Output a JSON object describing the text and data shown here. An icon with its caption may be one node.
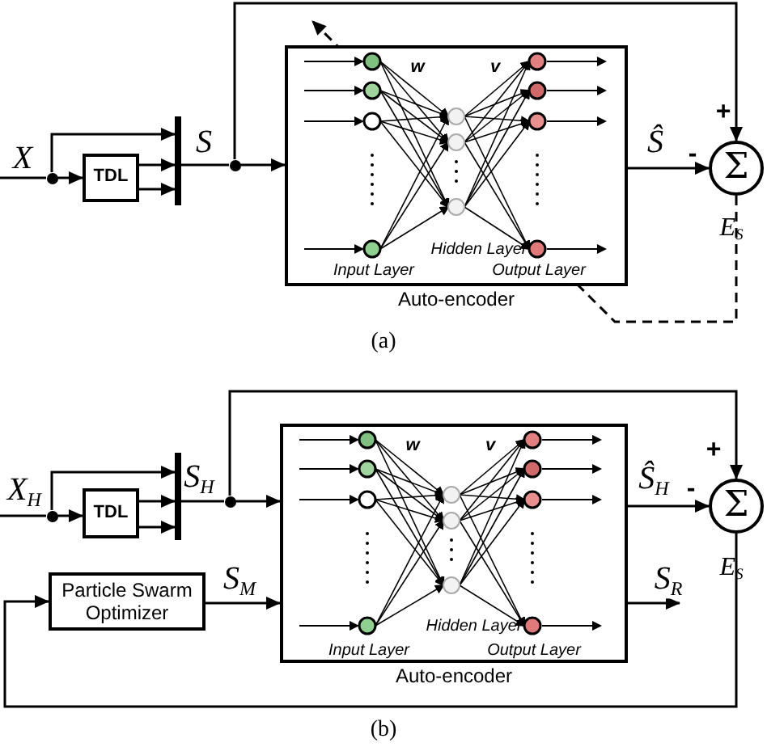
{
  "diagram": {
    "nodes": [
      {
        "text": [],
        "shape": "circle"
      },
      {
        "text": [
          "TDL"
        ]
      },
      {
        "text": [],
        "shape": "bar"
      },
      {
        "text": [],
        "shape": "circle"
      },
      {
        "text": [
          "Auto-encoder"
        ]
      },
      {
        "text": [
          "Σ"
        ],
        "beside": [
          "E$_{S}$"
        ]
      },
      {
        "text": [],
        "shape": "circle"
      },
      {
        "text": [
          "TDL"
        ]
      },
      {
        "text": [],
        "shape": "bar"
      },
      {
        "text": [],
        "shape": "circle"
      },
      {
        "text": [
          "Particle Swarm Optimizer"
        ]
      },
      {
        "text": [
          "Auto-encoder"
        ]
      },
      {
        "text": [
          "Σ"
        ],
        "beside": [
          "E$_{S}$"
        ]
      }
    ],
    "edges": [
      {
        "from": null,
        "to": 0,
        "arrow": "none",
        "label": "X"
      },
      {
        "from": 0,
        "to": 2,
        "arrow": "to"
      },
      {
        "from": 0,
        "to": 1,
        "arrow": "to"
      },
      {
        "from": 1,
        "to": 2,
        "arrow": "to"
      },
      {
        "from": 1,
        "to": 2,
        "arrow": "to"
      },
      {
        "from": 2,
        "to": 3,
        "arrow": "none",
        "label": "S"
      },
      {
        "from": 3,
        "to": 4,
        "arrow": "to"
      },
      {
        "from": 3,
        "to": 5,
        "arrow": "to"
      },
      {
        "from": 4,
        "to": 5,
        "arrow": "to",
        "label": "Ŝ"
      },
      {
        "from": 5,
        "to": 4,
        "arrow": "to",
        "style": "dashed"
      },
      {
        "from": null,
        "to": 6,
        "arrow": "none",
        "label": "X$_{H}$"
      },
      {
        "from": 6,
        "to": 8,
        "arrow": "to"
      },
      {
        "from": 6,
        "to": 7,
        "arrow": "to"
      },
      {
        "from": 7,
        "to": 8,
        "arrow": "to"
      },
      {
        "from": 7,
        "to": 8,
        "arrow": "to"
      },
      {
        "from": 8,
        "to": 9,
        "arrow": "none",
        "label": "S$_{H}$"
      },
      {
        "from": 9,
        "to": 11,
        "arrow": "to"
      },
      {
        "from": 9,
        "to": 12,
        "arrow": "to"
      },
      {
        "from": 11,
        "to": 12,
        "arrow": "to",
        "label": "Ŝ$_{H}$"
      },
      {
        "from": 10,
        "to": 11,
        "arrow": "to",
        "label": "S$_{M}$"
      },
      {
        "from": 11,
        "to": null,
        "arrow": "to",
        "label": "S$_{R}$"
      },
      {
        "from": 12,
        "to": 10,
        "arrow": "to"
      }
    ],
    "labels": [
      "+",
      "-",
      "w",
      "v",
      "Hidden Layer",
      "Input Layer",
      "Output Layer",
      "(a)",
      "+",
      "-",
      "w",
      "v",
      "Hidden Layer",
      "Input Layer",
      "Output Layer",
      "(b)"
    ]
  }
}
